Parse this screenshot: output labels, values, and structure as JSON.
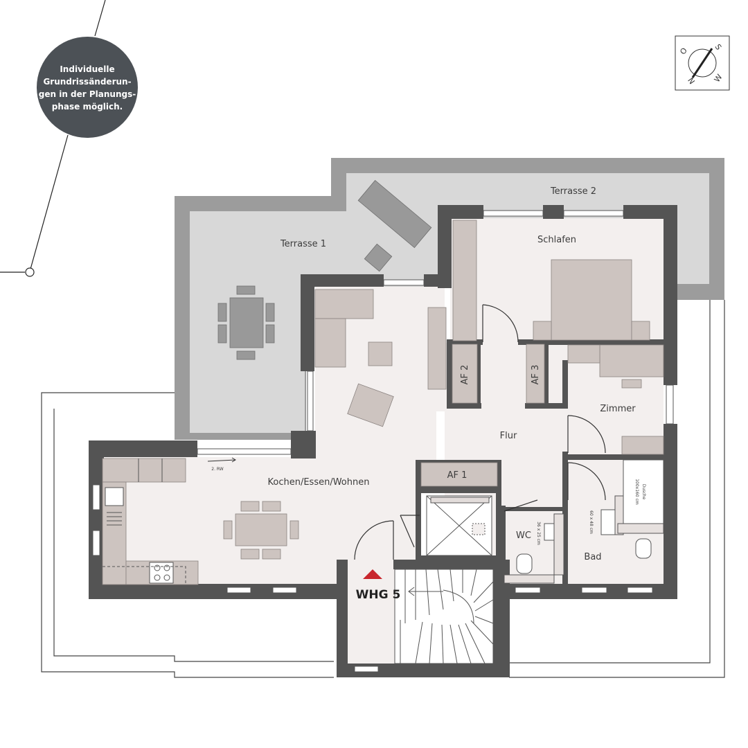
{
  "badge": {
    "lines": [
      "Individuelle",
      "Grundrissänderun-",
      "gen in der Planungs-",
      "phase möglich."
    ]
  },
  "compass": {
    "n": "N",
    "o": "O",
    "s": "S",
    "w": "W"
  },
  "rooms": {
    "terrasse1": "Terrasse 1",
    "terrasse2": "Terrasse 2",
    "schlafen": "Schlafen",
    "zimmer": "Zimmer",
    "flur": "Flur",
    "kochen": "Kochen/Essen/Wohnen",
    "wc": "WC",
    "bad": "Bad",
    "af1": "AF 1",
    "af2": "AF 2",
    "af3": "AF 3"
  },
  "annotations": {
    "unit": "WHG 5",
    "rw": "2. RW",
    "dusche1": "Dusche",
    "dusche2": "100x160 cm",
    "wc_sink": "36 x 25 cm",
    "bad_sink": "60 x 48 cm"
  },
  "colors": {
    "wall": "#545454",
    "terrace": "#d9d9d9",
    "floor": "#f3efee",
    "furniture": "#cdc4c0",
    "badge": "#4c5156",
    "accent": "#c8262d"
  }
}
